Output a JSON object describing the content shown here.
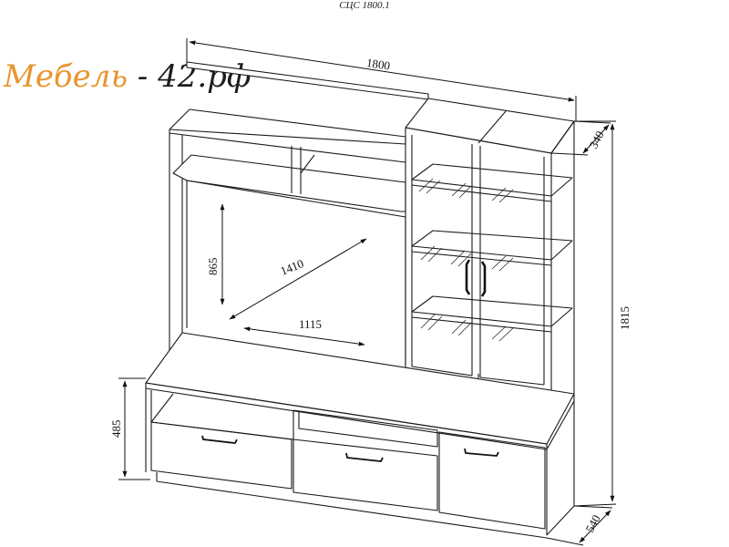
{
  "header": {
    "model_code": "СЦС 1800.1"
  },
  "logo": {
    "brand": "Мебель",
    "separator": " - ",
    "domain": "42.рф",
    "colors": {
      "brand": "#e8952f",
      "domain": "#1c1c1c"
    }
  },
  "dimensions": {
    "overall_width": "1800",
    "upper_depth": "340",
    "overall_height": "1815",
    "base_height": "485",
    "base_depth": "540",
    "tv_height": "865",
    "tv_diagonal": "1410",
    "tv_width": "1115"
  }
}
